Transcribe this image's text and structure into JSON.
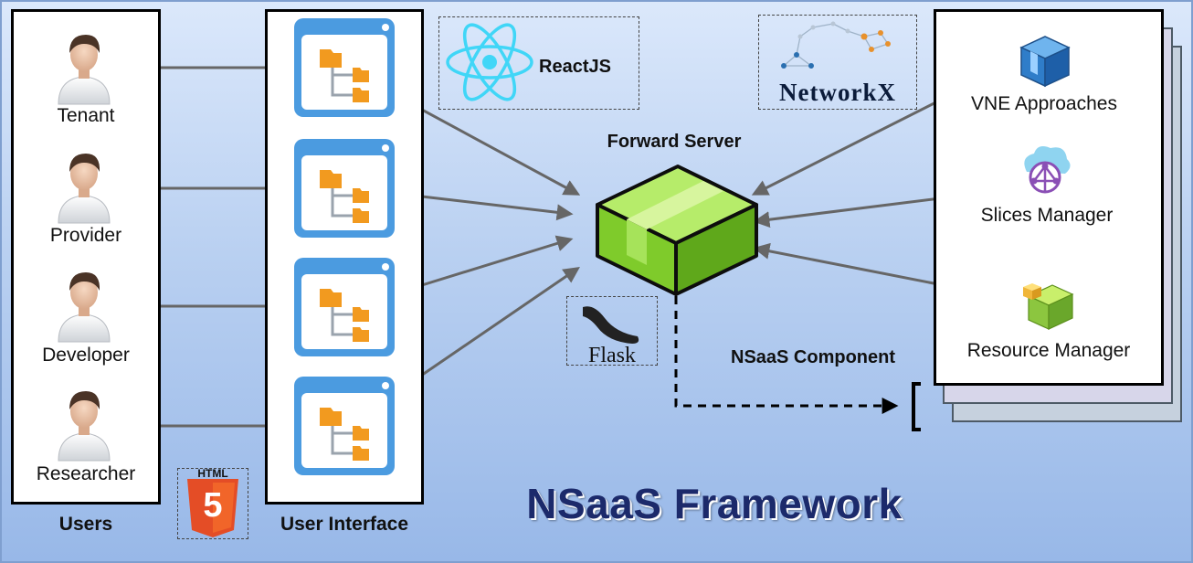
{
  "users": {
    "heading": "Users",
    "items": [
      "Tenant",
      "Provider",
      "Developer",
      "Researcher"
    ]
  },
  "ui": {
    "heading": "User Interface"
  },
  "server": {
    "label": "Forward Server"
  },
  "tech": {
    "react": "ReactJS",
    "networkx": "NetworkX",
    "flask": "Flask",
    "html": "HTML",
    "html_version": "5"
  },
  "components": {
    "heading": "NSaaS Component",
    "items": [
      "VNE Approaches",
      "Slices Manager",
      "Resource Manager"
    ]
  },
  "framework_title": "NSaaS Framework",
  "colors": {
    "server_green": "#8fd63c",
    "ui_blue": "#4b9be0",
    "folder_orange": "#f29a1f",
    "title_navy": "#1c2a6b",
    "html5_orange": "#e44d26",
    "react_cyan": "#40d6f7"
  }
}
